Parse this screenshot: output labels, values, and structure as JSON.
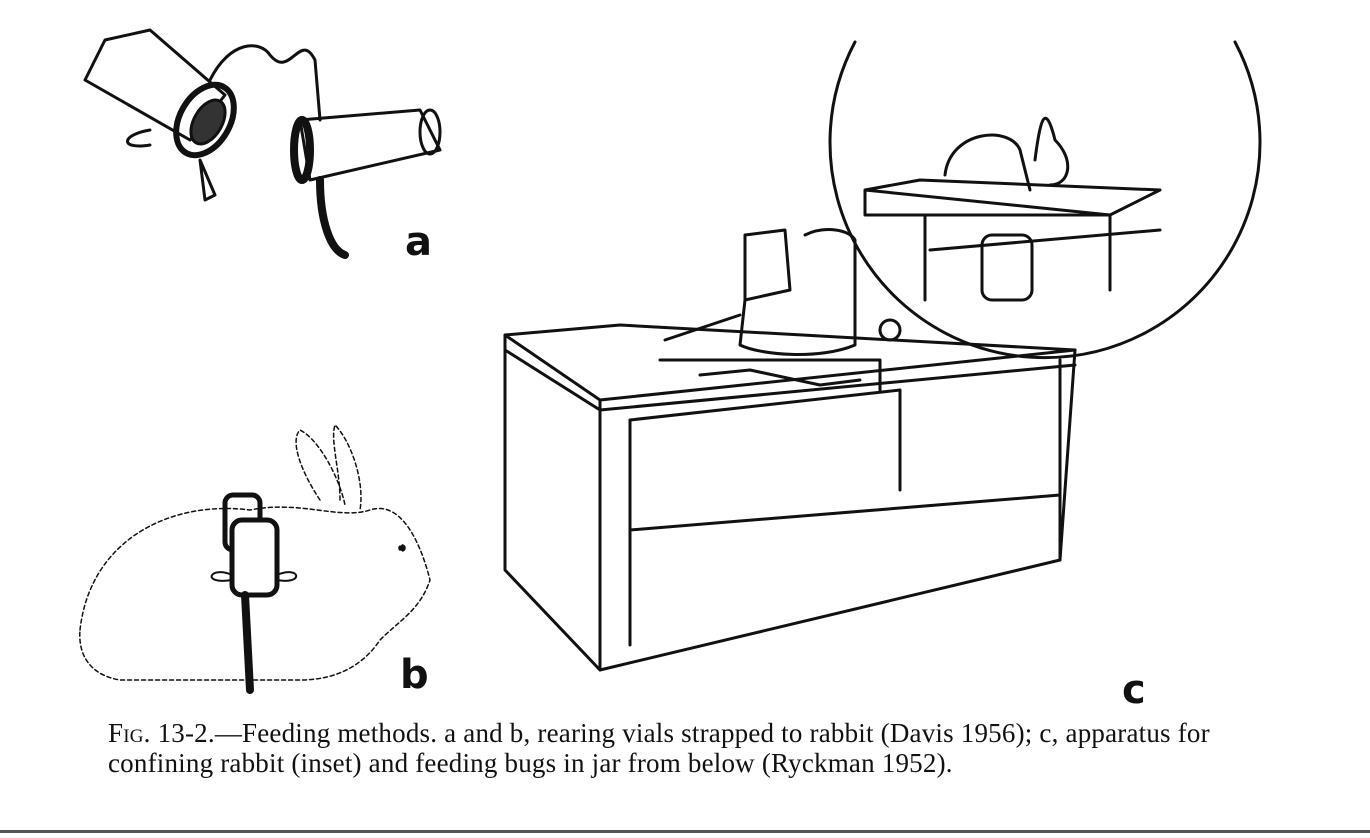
{
  "figure": {
    "panel_labels": {
      "a": "a",
      "b": "b",
      "c": "c"
    },
    "caption": {
      "figure_number": "Fig. 13-2.",
      "text": "—Feeding methods. a and b, rearing vials strapped to rabbit (Davis 1956); c, apparatus for confining rabbit (inset) and feeding bugs in jar from below (Ryckman 1952)."
    }
  }
}
